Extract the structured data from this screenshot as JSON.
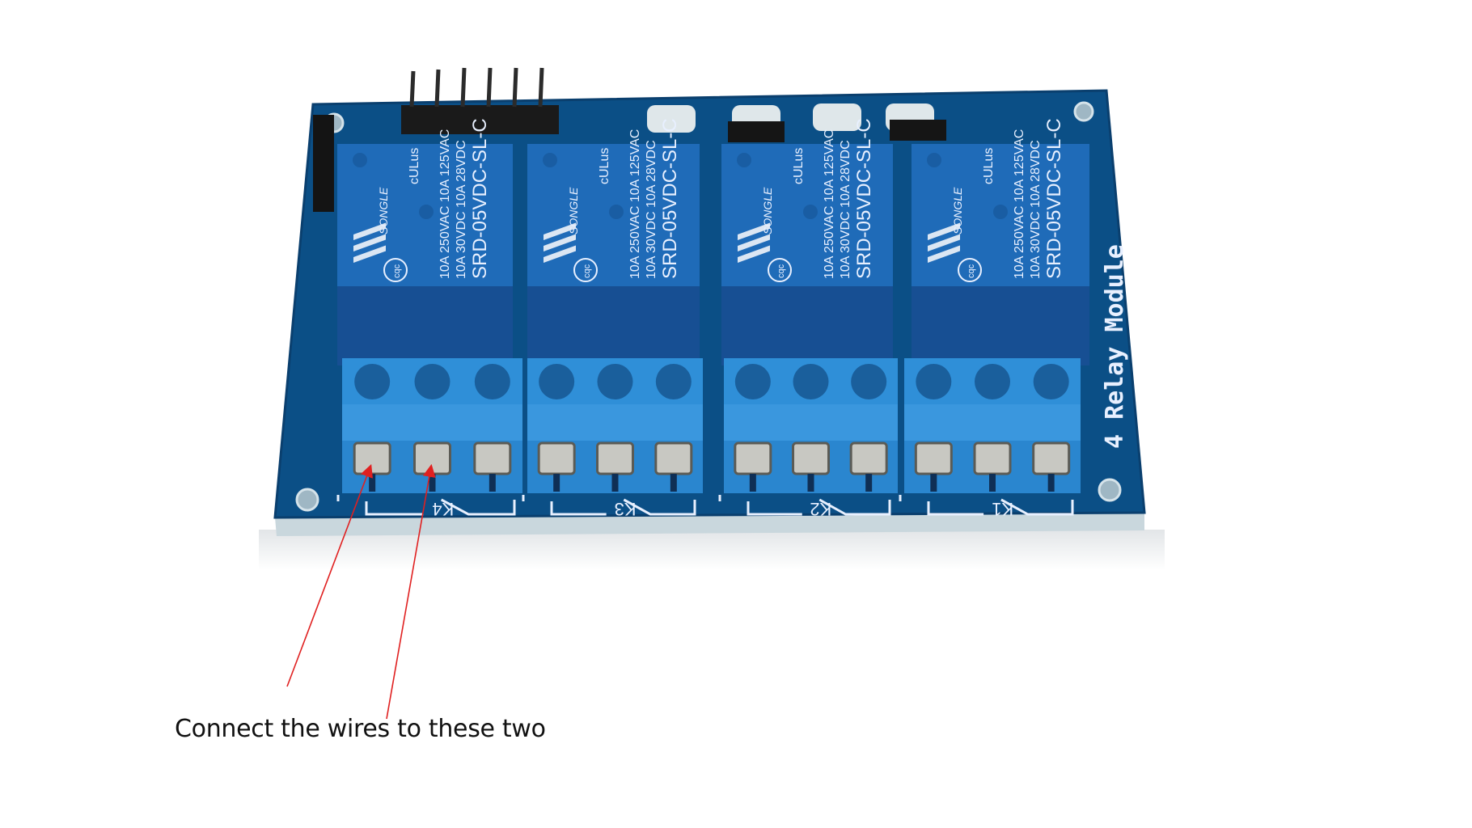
{
  "slide": {
    "caption": "Connect the wires to these two",
    "arrow_color": "#e02020"
  },
  "board": {
    "module_label": "4 Relay Module",
    "pcb_color": "#0b4f86",
    "relay_color": "#1f6bb8",
    "terminal_color": "#2f8fd8",
    "relays": [
      {
        "brand": "SONGLE",
        "line1": "10A 250VAC  10A 125VAC",
        "line2": "10A  30VDC  10A  28VDC",
        "model": "SRD-05VDC-SL-C",
        "cert": "cqc",
        "ul": "cULus",
        "channel": "K4"
      },
      {
        "brand": "SONGLE",
        "line1": "10A 250VAC  10A 125VAC",
        "line2": "10A  30VDC  10A  28VDC",
        "model": "SRD-05VDC-SL-C",
        "cert": "cqc",
        "ul": "cULus",
        "channel": "K3"
      },
      {
        "brand": "SONGLE",
        "line1": "10A 250VAC  10A 125VAC",
        "line2": "10A  30VDC  10A  28VDC",
        "model": "SRD-05VDC-SL-C",
        "cert": "cqc",
        "ul": "cULus",
        "channel": "K2"
      },
      {
        "brand": "SONGLE",
        "line1": "10A 250VAC  10A 125VAC",
        "line2": "10A  30VDC  10A  28VDC",
        "model": "SRD-05VDC-SL-C",
        "cert": "cqc",
        "ul": "cULus",
        "channel": "K1"
      }
    ]
  }
}
